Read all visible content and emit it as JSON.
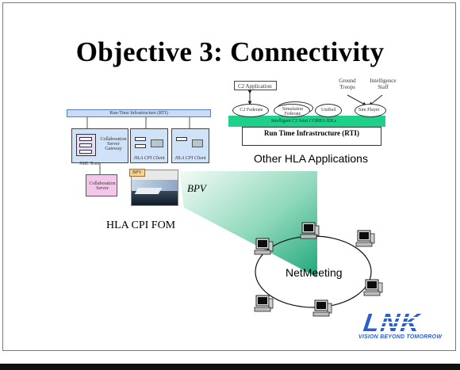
{
  "slide": {
    "title": "Objective 3: Connectivity"
  },
  "left_diagram": {
    "rti_bar": "Run-Time Infrastructure (RTI)",
    "gateway": "Collaboration Server Gateway",
    "client1": "HLA CPI Client",
    "client2": "HLA CPI Client",
    "xml_label": "XML Tests",
    "server": "Collaboration Server",
    "bpv_tab": "BPV",
    "caption": "HLA CPI FOM"
  },
  "bpv_label": "BPV",
  "right_diagram": {
    "c2_app": "C2 Application",
    "ground_troops": "Ground Troops",
    "intel_staff": "Intelligence Staff",
    "ovals": [
      "C2 Federate",
      "Simulation Federate",
      "Unified",
      "Sim Player"
    ],
    "corba_band": "Intelligent C2 Joint CORBA IDLs",
    "rti_box": "Run Time Infrastructure (RTI)",
    "caption": "Other HLA Applications"
  },
  "netmeeting": {
    "label": "NetMeeting"
  },
  "logo": {
    "wordmark": "LNK",
    "tagline": "VISION BEYOND TOMORROW"
  },
  "colors": {
    "logo_blue": "#2b5fd0",
    "beam_green": "#3ab88e",
    "corba_green": "#1fd08a",
    "panel_blue": "#cfe2f8",
    "server_pink": "#f3c6ea"
  }
}
